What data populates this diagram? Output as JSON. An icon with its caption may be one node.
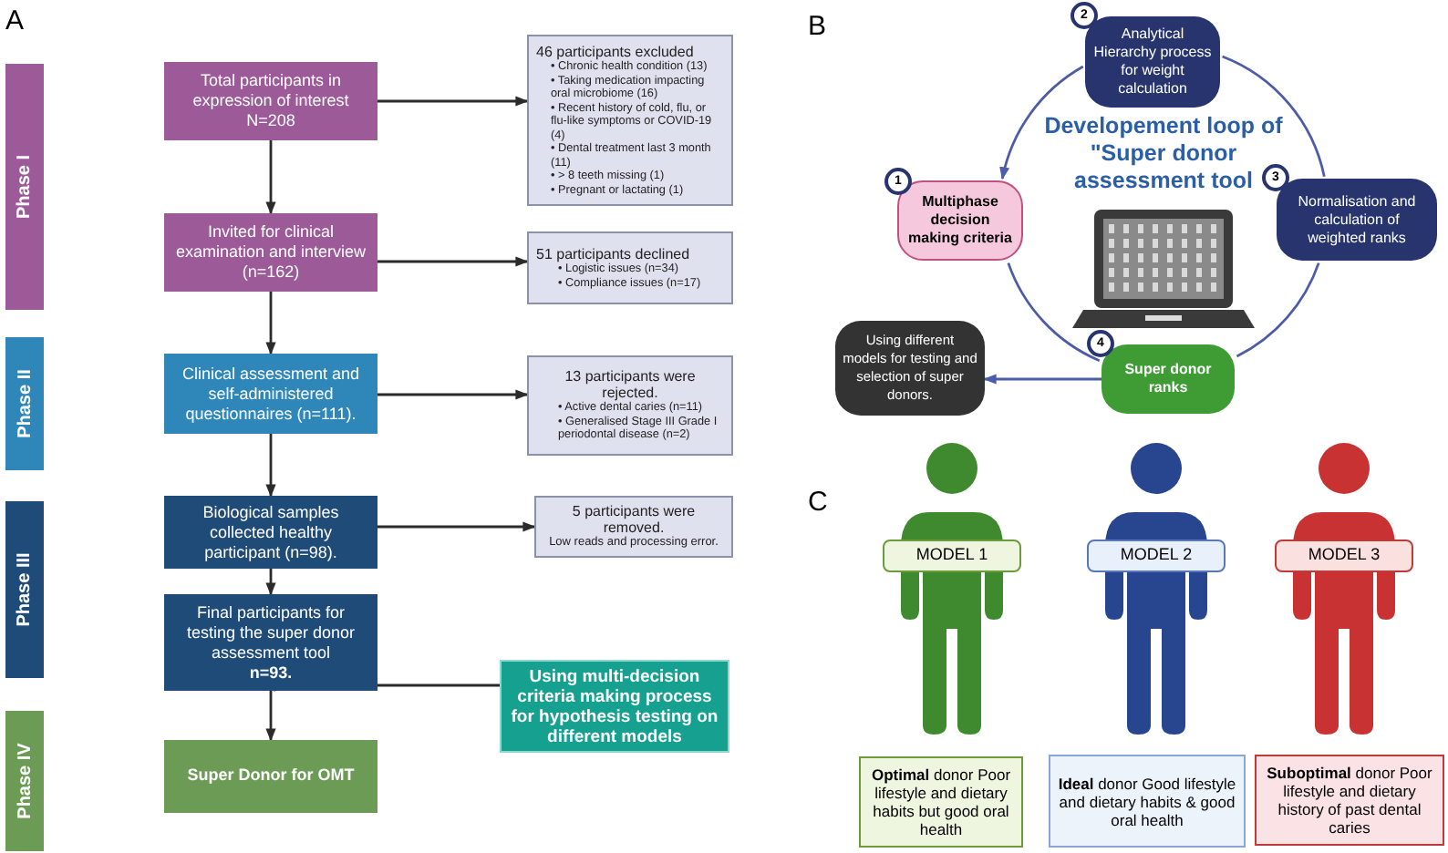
{
  "diagram": {
    "nodes": [
      {
        "text": [
          "Phase I"
        ]
      },
      {
        "text": [
          "Phase II"
        ]
      },
      {
        "text": [
          "Phase III"
        ]
      },
      {
        "text": [
          "Phase IV"
        ]
      },
      {
        "text": [
          "Total participants in expression of interest N=208"
        ]
      },
      {
        "text": [
          "46 participants excluded",
          "• Chronic health condition (13)",
          "• Taking medication impacting oral microbiome (16)",
          "• Recent history of cold, flu, or flu-like symptoms or COVID-19 (4)",
          "• Dental treatment  last 3 month (11)",
          "• > 8 teeth missing (1)",
          "• Pregnant or lactating (1)"
        ]
      },
      {
        "text": [
          "Invited for clinical examination and interview (n=162)"
        ]
      },
      {
        "text": [
          "51 participants declined",
          "• Logistic issues (n=34)",
          "• Compliance issues (n=17)"
        ]
      },
      {
        "text": [
          "Clinical assessment and self-administered questionnaires (n=111)."
        ]
      },
      {
        "text": [
          "13 participants were rejected.",
          "• Active dental caries (n=11)",
          "• Generalised Stage III Grade I periodontal disease (n=2)"
        ]
      },
      {
        "text": [
          "Biological samples collected healthy participant (n=98)."
        ]
      },
      {
        "text": [
          "5 participants were removed.",
          "Low reads and processing error."
        ]
      },
      {
        "text": [
          "Final participants for testing the super donor assessment tool",
          "n=93."
        ]
      },
      {
        "text": [
          "Using multi-decision criteria making process for hypothesis testing on different models"
        ]
      },
      {
        "text": [
          "Super Donor for OMT"
        ]
      },
      {
        "text": [
          "2",
          "Analytical Hierarchy process for weight calculation"
        ]
      },
      {
        "text": [
          "3",
          "Normalisation and calculation of weighted ranks"
        ]
      },
      {
        "text": [
          "4",
          "Super donor ranks"
        ]
      },
      {
        "text": [
          "1",
          "Multiphase decision making criteria"
        ]
      },
      {
        "text": [
          "Using different models for testing and selection of super donors."
        ]
      },
      {
        "text": [
          "MODEL 1"
        ]
      },
      {
        "text": [
          "MODEL 2"
        ]
      },
      {
        "text": [
          "MODEL 3"
        ]
      },
      {
        "text": [
          "**Optimal** donor Poor lifestyle and dietary habits but good oral health"
        ]
      },
      {
        "text": [
          "**Ideal** donor Good  lifestyle and dietary habits & good oral health"
        ]
      },
      {
        "text": [
          "**Suboptimal** donor Poor lifestyle and dietary history of past dental caries"
        ]
      }
    ],
    "edges": [
      {
        "from": 4,
        "to": 5,
        "arrow": "to"
      },
      {
        "from": 4,
        "to": 6,
        "arrow": "to"
      },
      {
        "from": 6,
        "to": 7,
        "arrow": "to"
      },
      {
        "from": 6,
        "to": 8,
        "arrow": "to"
      },
      {
        "from": 8,
        "to": 9,
        "arrow": "to"
      },
      {
        "from": 8,
        "to": 10,
        "arrow": "to"
      },
      {
        "from": 10,
        "to": 11,
        "arrow": "to"
      },
      {
        "from": 10,
        "to": 12,
        "arrow": "to"
      },
      {
        "from": 12,
        "to": 14,
        "arrow": "to"
      },
      {
        "from": 13,
        "to": 12,
        "arrow": "to"
      },
      {
        "from": 15,
        "to": 18,
        "arrow": "to",
        "color": "#4c5ca8"
      },
      {
        "from": 15,
        "to": 16,
        "arrow": "none",
        "color": "#4c5ca8"
      },
      {
        "from": 16,
        "to": 17,
        "arrow": "none",
        "color": "#4c5ca8"
      },
      {
        "from": 17,
        "to": 18,
        "arrow": "none",
        "color": "#4c5ca8"
      },
      {
        "from": 17,
        "to": 19,
        "arrow": "to",
        "color": "#4c5ca8"
      }
    ],
    "labels": [
      "A",
      "B",
      "Developement loop of \"Super donor assessment tool",
      "C"
    ]
  }
}
